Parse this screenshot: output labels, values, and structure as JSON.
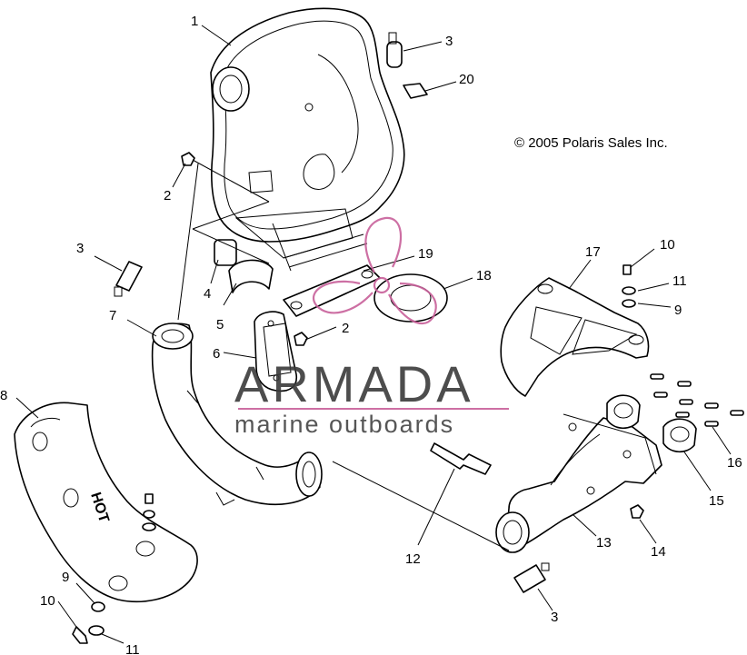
{
  "copyright": "© 2005 Polaris Sales Inc.",
  "watermark": {
    "title": "ARMADA",
    "subtitle": "marine outboards",
    "accent_color": "#c8609a"
  },
  "hot_label": "HOT",
  "callouts": [
    "1",
    "3",
    "20",
    "2",
    "3",
    "4",
    "5",
    "6",
    "2",
    "19",
    "18",
    "17",
    "10",
    "11",
    "9",
    "7",
    "8",
    "12",
    "13",
    "14",
    "15",
    "16",
    "9",
    "10",
    "11",
    "3"
  ]
}
